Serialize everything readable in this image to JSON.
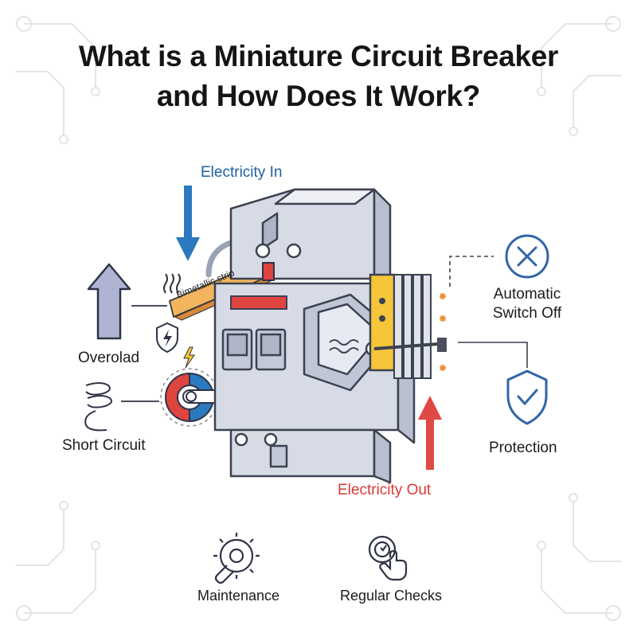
{
  "title": {
    "line1": "What is a Miniature Circuit Breaker",
    "line2": "and How Does It Work?"
  },
  "labels": {
    "electricity_in": "Electricity In",
    "electricity_out": "Electricity Out",
    "bimetallic_strip": "Bimetallic strip",
    "overload": "Overolad",
    "short_circuit": "Short Circuit",
    "automatic_switch_off": [
      "Automatic",
      "Switch Off"
    ],
    "protection": "Protection",
    "maintenance": "Maintenance",
    "regular_checks": "Regular Checks"
  },
  "icons": {
    "overload": "up-arrow-icon",
    "heat": "heat-waves-icon",
    "shield_bolt": "shield-bolt-icon",
    "short_circuit": "coil-icon",
    "magnet": "electromagnet-icon",
    "switch_off": "x-circle-icon",
    "protection": "shield-check-icon",
    "maintenance": "gear-wrench-icon",
    "regular_checks": "hand-pointer-icon"
  },
  "colors": {
    "in_arrow": "#2b79bf",
    "out_arrow": "#e04843",
    "breaker_body": "#d6dbe6",
    "breaker_stroke": "#3d4250",
    "strip": "#f2a74a",
    "accent_yellow": "#f5c63a",
    "indicator_red": "#e0443f",
    "icon_blue": "#3165a8"
  }
}
